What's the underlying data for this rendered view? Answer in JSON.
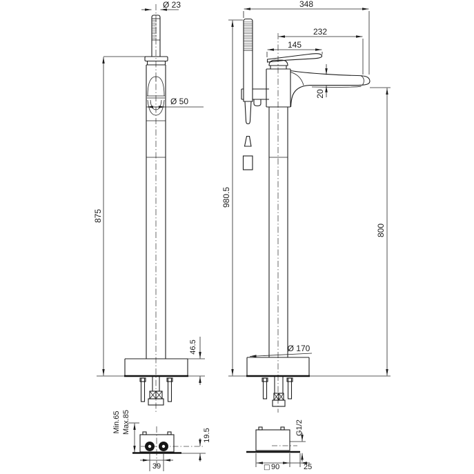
{
  "meta": {
    "background_color": "#ffffff",
    "line_color": "#1c1c1c",
    "description": "Technical dimension drawing of a freestanding floor-mounted bath mixer with hand shower, front and side views plus floor rough-in box details"
  },
  "front_view": {
    "handshower_diameter": "Ø 23",
    "column_diameter": "Ø 50",
    "total_height": "875",
    "base_plate_height": "46.5",
    "rough_in": {
      "embed_depth_min": "Min.65",
      "embed_depth_max": "Max.85",
      "inlet_spacing": "39",
      "inlet_center_depth": "19.5"
    }
  },
  "side_view": {
    "overall_height": "980.5",
    "spout_outlet_height": "800",
    "overall_depth": "348",
    "spout_reach": "232",
    "handle_length": "145",
    "spout_thickness": "20",
    "base_plate_diameter": "Ø 170",
    "rough_in": {
      "thread_size": "G1/2",
      "box_width_prefix": "□",
      "box_width": "90",
      "flange_overhang": "25"
    }
  }
}
